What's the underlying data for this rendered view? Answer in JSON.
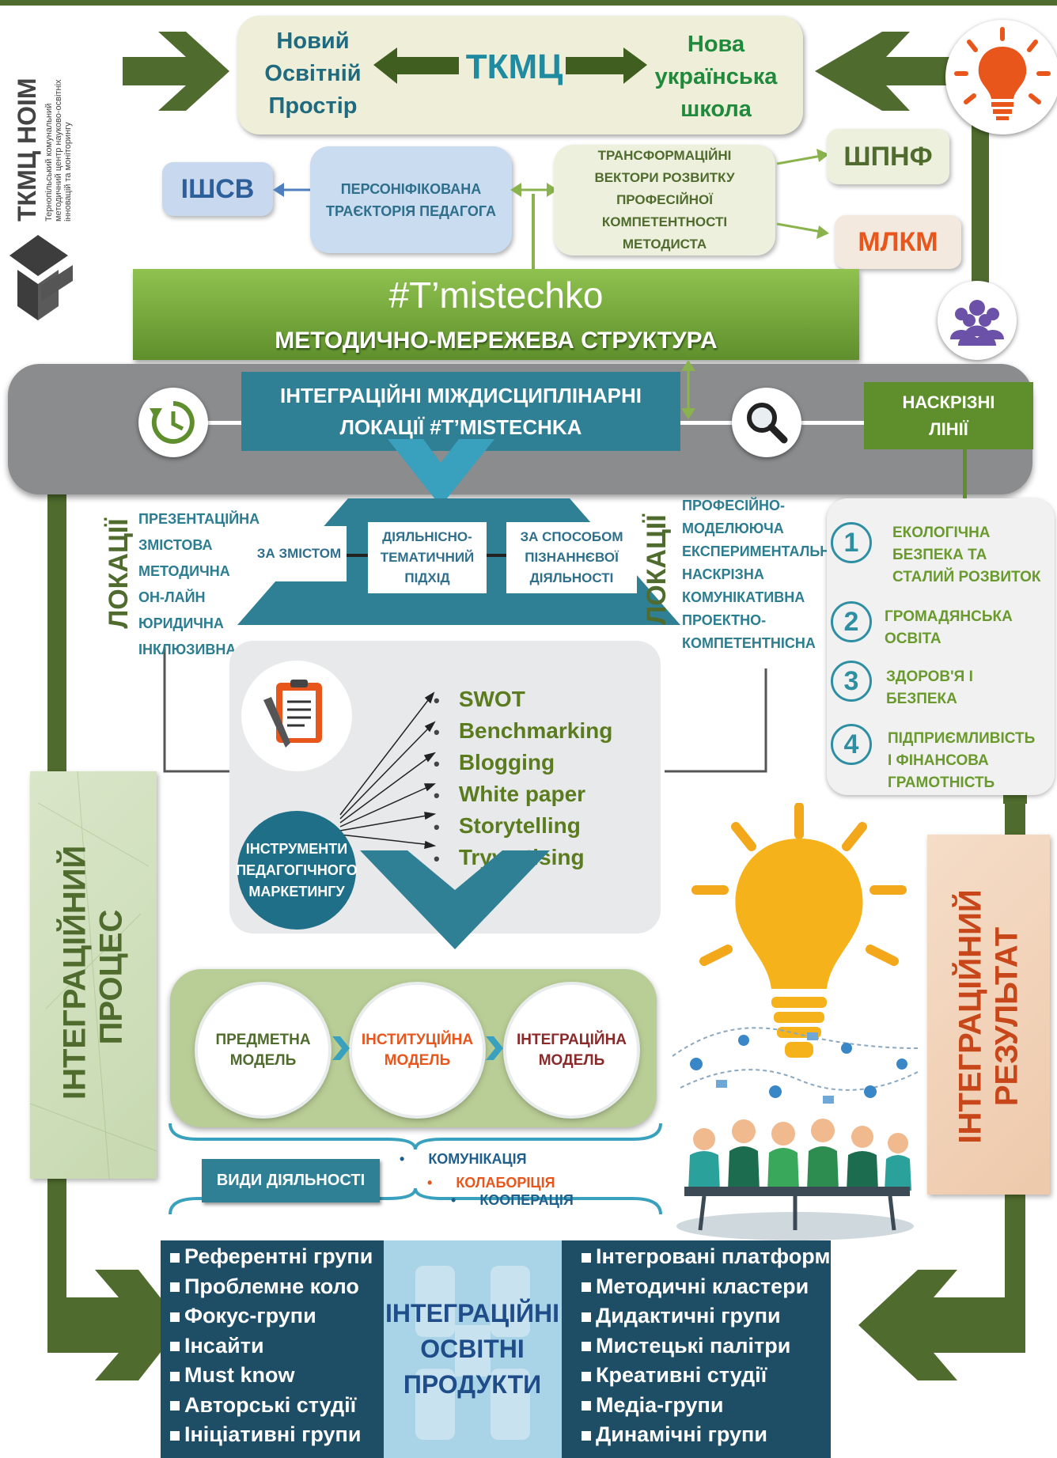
{
  "logo": {
    "title": "ТКМЦ НОІМ",
    "subtitle_lines": [
      "Тернопільський комунальний",
      "методичний центр науково-освітніх",
      "інновацій та моніторингу"
    ]
  },
  "header": {
    "left": "Новий Освітній Простір",
    "center": "ТКМЦ",
    "right": "Нова українська школа"
  },
  "row2": {
    "ishsv": "ІШСВ",
    "trajectory": "ПЕРСОНІФІКОВАНА ТРАЄКТОРІЯ ПЕДАГОГА",
    "vectors": "ТРАНСФОРМАЦІЙНІ ВЕКТОРИ РОЗВИТКУ ПРОФЕСІЙНОЇ КОМПЕТЕНТНОСТІ МЕТОДИСТА",
    "shpnf": "ШПНФ",
    "mlkm": "МЛКМ"
  },
  "network": {
    "hashtag": "#T’mistechko",
    "subtitle": "МЕТОДИЧНО-МЕРЕЖЕВА  СТРУКТУРА"
  },
  "band": {
    "title": "ІНТЕГРАЦІЙНІ  МІЖДИСЦИПЛІНАРНІ ЛОКАЦІЇ #T’MISTECHKA",
    "cross_lines": "НАСКРІЗНІ ЛІНІЇ"
  },
  "approach": {
    "by_content": "ЗА ЗМІСТОМ",
    "activity": "ДІЯЛЬНІСНО-ТЕМАТИЧНИЙ ПІДХІД",
    "cognitive": "ЗА СПОСОБОМ ПІЗНАННЄВОЇ ДІЯЛЬНОСТІ"
  },
  "locations_label": "ЛОКАЦІЇ",
  "locations_left": [
    "ПРЕЗЕНТАЦІЙНА",
    "ЗМІСТОВА",
    "МЕТОДИЧНА",
    "ОН-ЛАЙН",
    "ЮРИДИЧНА",
    "ІНКЛЮЗИВНА"
  ],
  "locations_right": [
    "ПРОФЕСІЙНО-",
    "МОДЕЛЮЮЧА",
    "ЕКСПЕРИМЕНТАЛЬНА",
    "НАСКРІЗНА",
    "КОМУНІКАТИВНА",
    "ПРОЕКТНО-",
    "КОМПЕТЕНТНІСНА"
  ],
  "cross_list": [
    {
      "num": "1",
      "text": "ЕКОЛОГІЧНА БЕЗПЕКА ТА СТАЛИЙ РОЗВИТОК"
    },
    {
      "num": "2",
      "text": "ГРОМАДЯНСЬКА ОСВІТА"
    },
    {
      "num": "3",
      "text": "ЗДОРОВ'Я І БЕЗПЕКА"
    },
    {
      "num": "4",
      "text": "ПІДПРИЄМЛИВІСТЬ І ФІНАНСОВА ГРАМОТНІСТЬ"
    }
  ],
  "tools": {
    "label": "ІНСТРУМЕНТИ ПЕДАГОГІЧНОГО МАРКЕТИНГУ",
    "items": [
      "SWOT",
      "Benchmarking",
      "Blogging",
      "White paper",
      "Storytelling",
      "Tryvertising"
    ]
  },
  "models": [
    "ПРЕДМЕТНА МОДЕЛЬ",
    "ІНСТИТУЦІЙНА МОДЕЛЬ",
    "ІНТЕГРАЦІЙНА МОДЕЛЬ"
  ],
  "activities": {
    "label": "ВИДИ ДІЯЛЬНОСТІ",
    "items": [
      "КОМУНІКАЦІЯ",
      "КОЛАБОРІЦІЯ",
      "КООПЕРАЦІЯ"
    ]
  },
  "side_left": "ІНТЕГРАЦІЙНИЙ ПРОЦЕС",
  "side_right": "ІНТЕГРАЦІЙНИЙ РЕЗУЛЬТАТ",
  "products": {
    "title": "ІНТЕГРАЦІЙНІ ОСВІТНІ ПРОДУКТИ",
    "left": [
      "Референтні групи",
      "Проблемне коло",
      "Фокус-групи",
      "Інсайти",
      "Must know",
      "Авторські студії",
      "Ініціативні групи"
    ],
    "right": [
      "Інтегровані платформи",
      "Методичні кластери",
      "Дидактичні групи",
      "Мистецькі палітри",
      "Креативні студії",
      "Медіа-групи",
      "Динамічні групи"
    ]
  },
  "colors": {
    "green_dark": "#4f6b2d",
    "teal": "#2f8095",
    "navy_product": "#1e4d66",
    "orange": "#e8561c"
  }
}
